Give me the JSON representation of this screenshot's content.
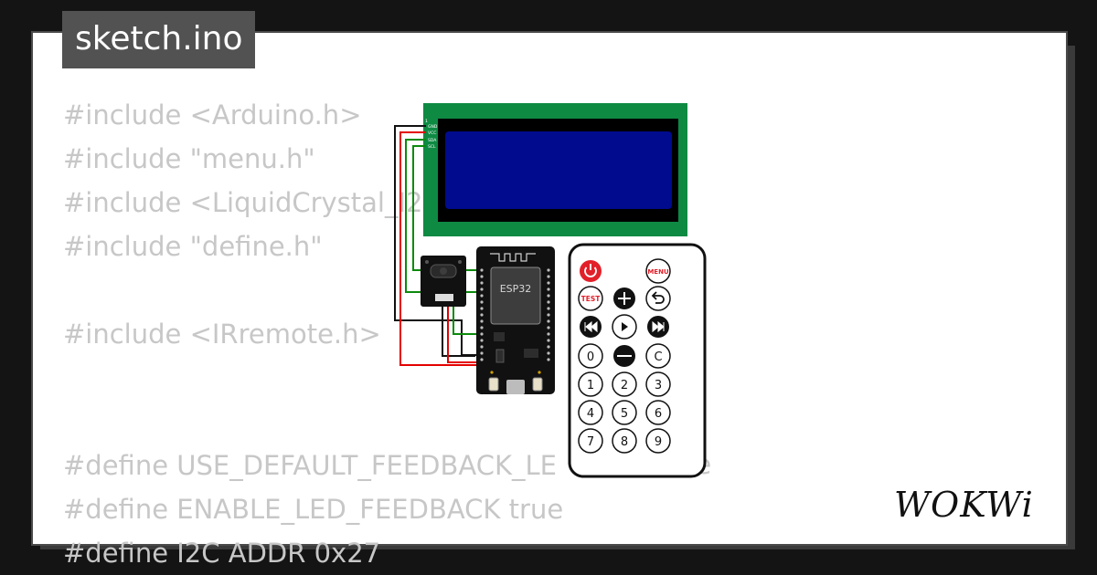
{
  "title": "sketch.ino",
  "code_lines": [
    "#include <Arduino.h>",
    "#include \"menu.h\"",
    "#include <LiquidCrystal_I2",
    "#include \"define.h\"",
    "",
    "#include <IRremote.h>",
    "",
    "",
    "#define USE_DEFAULT_FEEDBACK_LE",
    "#define ENABLE_LED_FEEDBACK true",
    "#define I2C ADDR 0x27"
  ],
  "code_fragment": "ue",
  "lcd": {
    "pins": [
      "GND",
      "VCC",
      "SDA",
      "SCL"
    ],
    "pin_top": "1"
  },
  "board": {
    "label": "ESP32"
  },
  "remote": {
    "power_icon": "power-icon",
    "menu": "MENU",
    "test": "TEST",
    "plus": "+",
    "back_icon": "return-icon",
    "prev_icon": "rewind-icon",
    "play_icon": "play-icon",
    "next_icon": "fast-forward-icon",
    "zero": "0",
    "minus_icon": "minus-icon",
    "clear": "C",
    "digits": [
      "1",
      "2",
      "3",
      "4",
      "5",
      "6",
      "7",
      "8",
      "9"
    ]
  },
  "logo": "WOKWi",
  "colors": {
    "background": "#141414",
    "card": "#ffffff",
    "tab": "#525252",
    "code_text": "#c7c7c7",
    "lcd_frame": "#0e8a43",
    "lcd_screen": "#000b8e",
    "wire_red": "#e30000",
    "wire_black": "#111111",
    "wire_green": "#0b8a0b",
    "remote_red": "#e2202a"
  }
}
